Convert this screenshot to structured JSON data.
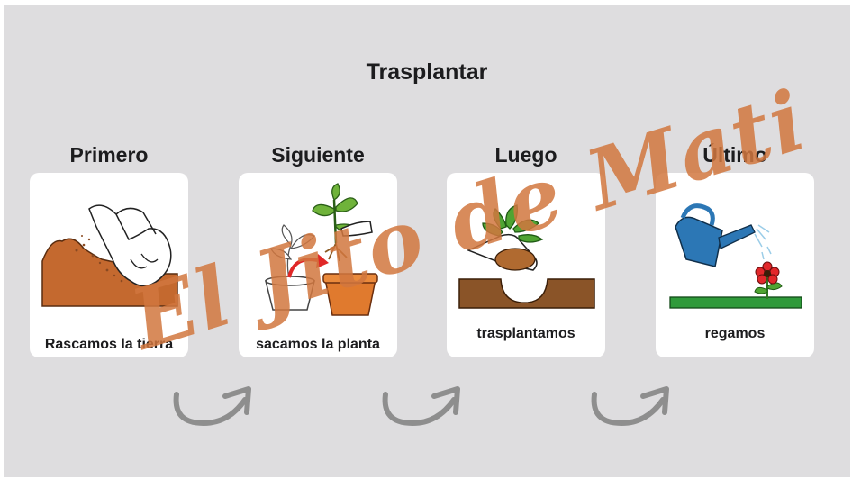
{
  "title": "Trasplantar",
  "steps": [
    {
      "heading": "Primero",
      "caption": "Rascamos la tierra",
      "icon": "hands-digging-soil-icon"
    },
    {
      "heading": "Siguiente",
      "caption": "sacamos la planta",
      "icon": "plant-out-of-pot-icon"
    },
    {
      "heading": "Luego",
      "caption": "trasplantamos",
      "icon": "planting-in-ground-icon"
    },
    {
      "heading": "Último",
      "caption": "regamos",
      "icon": "watering-can-icon"
    }
  ],
  "arrows": [
    "curved-arrow-icon",
    "curved-arrow-icon",
    "curved-arrow-icon"
  ],
  "watermark": "El Jito de Mati",
  "colors": {
    "background": "#dedddf",
    "card": "#ffffff",
    "text": "#1c1c1e",
    "watermark": "#d2773f",
    "arrow": "#8e8e8e"
  }
}
